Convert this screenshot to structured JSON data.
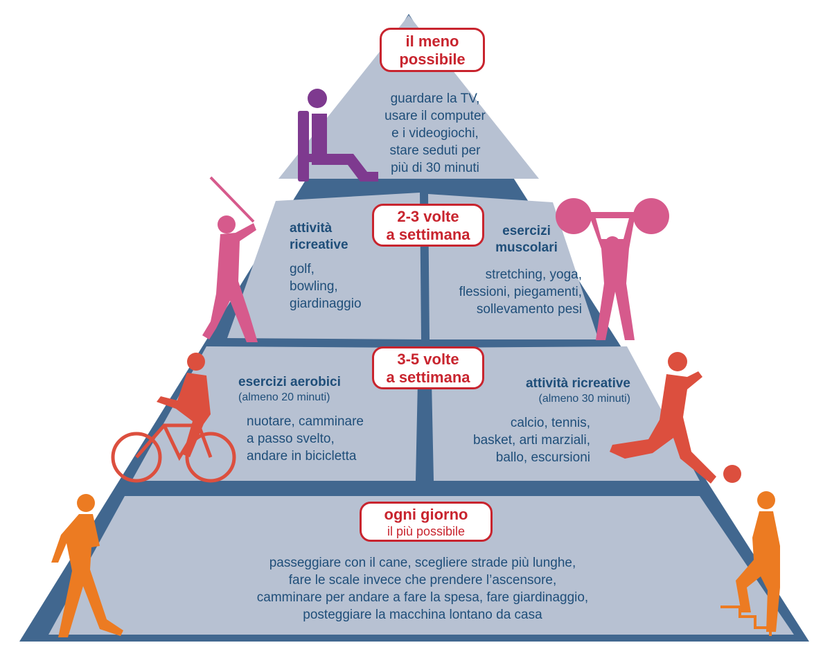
{
  "top": {
    "badge": [
      "il meno",
      "possibile"
    ],
    "lines": [
      "guardare la TV,",
      "usare il computer",
      "e i videogiochi,",
      "stare seduti per",
      "più di 30 minuti"
    ]
  },
  "second": {
    "badge": [
      "2-3 volte",
      "a settimana"
    ],
    "left": {
      "title": [
        "attività",
        "ricreative"
      ],
      "lines": [
        "golf,",
        "bowling,",
        "giardinaggio"
      ]
    },
    "right": {
      "title": [
        "esercizi",
        "muscolari"
      ],
      "lines": [
        "stretching, yoga,",
        "flessioni, piegamenti,",
        "sollevamento pesi"
      ]
    }
  },
  "third": {
    "badge": [
      "3-5 volte",
      "a settimana"
    ],
    "left": {
      "title": "esercizi aerobici",
      "note": "(almeno 20 minuti)",
      "lines": [
        "nuotare, camminare",
        "a passo svelto,",
        "andare in bicicletta"
      ]
    },
    "right": {
      "title": "attività ricreative",
      "note": "(almeno 30 minuti)",
      "lines": [
        "calcio, tennis,",
        "basket, arti marziali,",
        "ballo, escursioni"
      ]
    }
  },
  "base": {
    "badge": "ogni giorno",
    "badge_sub": "il più possibile",
    "lines": [
      "passeggiare con il cane, scegliere strade più lunghe,",
      "fare le scale invece che prendere l’ascensore,",
      "camminare per andare a fare la spesa, fare giardinaggio,",
      "posteggiare la macchina lontano da casa"
    ]
  },
  "colors": {
    "frame": "#41678f",
    "panel": "#b7c1d2",
    "badge_border": "#c8242e",
    "text": "#1f4e79",
    "purple": "#7e3a8f",
    "pink": "#d65a8c",
    "red": "#dc4f3e",
    "orange": "#ec7b22"
  },
  "icons": [
    "sitting-person-icon",
    "golfer-icon",
    "weightlifter-icon",
    "cyclist-icon",
    "soccer-player-icon",
    "walking-person-icon",
    "stair-climber-icon"
  ]
}
